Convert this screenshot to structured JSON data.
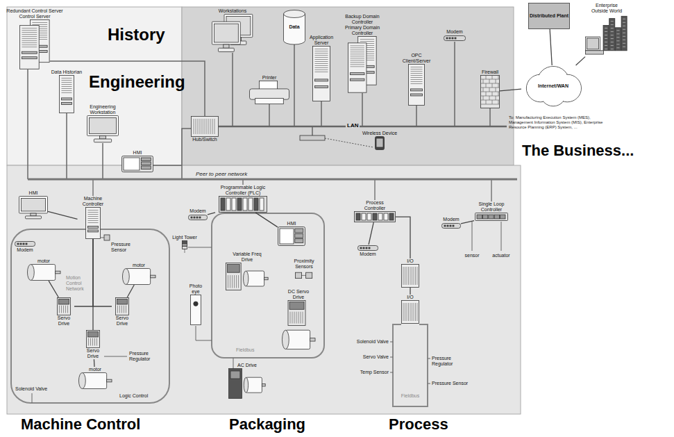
{
  "diagram": {
    "nodes": [
      {
        "text": [
          "Redundant Control Server",
          "Control Server"
        ]
      },
      {
        "text": [
          "Data Historian"
        ]
      },
      {
        "text": [
          "Engineering Workstation"
        ]
      },
      {
        "text": [
          "HMI"
        ]
      },
      {
        "text": [
          "Hub/Switch"
        ]
      },
      {
        "text": [
          "Workstations"
        ]
      },
      {
        "text": [
          "Printer"
        ]
      },
      {
        "text": [
          "Data"
        ]
      },
      {
        "text": [
          "Application Server"
        ]
      },
      {
        "text": [
          "Backup Domain Controller",
          "Primary Domain Controller"
        ]
      },
      {
        "text": [
          "OPC Client/Server"
        ]
      },
      {
        "text": [
          "Modem"
        ]
      },
      {
        "text": [
          "Firewall"
        ]
      },
      {
        "text": [
          "Distributed Plant"
        ]
      },
      {
        "text": [
          "Enterprise Outside World"
        ]
      },
      {
        "text": [
          "Internet/WAN"
        ]
      },
      {
        "text": [
          "Wireless Device"
        ]
      },
      {
        "text": [
          "HMI"
        ]
      },
      {
        "text": [
          "Modem"
        ]
      },
      {
        "text": [
          "Machine Controller"
        ]
      },
      {
        "text": [
          "motor"
        ]
      },
      {
        "text": [
          "motor"
        ]
      },
      {
        "text": [
          "Servo Drive"
        ]
      },
      {
        "text": [
          "Servo Drive"
        ]
      },
      {
        "text": [
          "Servo Drive"
        ]
      },
      {
        "text": [
          "motor"
        ]
      },
      {
        "text": [
          "Programmable Logic Controller (PLC)"
        ]
      },
      {
        "text": [
          "Modem"
        ]
      },
      {
        "text": [
          "HMI"
        ]
      },
      {
        "text": [
          "Light Tower"
        ]
      },
      {
        "text": [
          "Variable Freq Drive"
        ]
      },
      {
        "text": [
          "Proximity Sensors"
        ]
      },
      {
        "text": [
          "Photo eye"
        ]
      },
      {
        "text": [
          "DC Servo Drive"
        ]
      },
      {
        "text": [
          "AC Drive"
        ]
      },
      {
        "text": [
          "Process Controller"
        ]
      },
      {
        "text": [
          "Modem"
        ]
      },
      {
        "text": [
          "I/O"
        ]
      },
      {
        "text": [
          "I/O"
        ]
      },
      {
        "text": [
          "Single Loop Controller"
        ]
      },
      {
        "text": [
          "Modem"
        ]
      }
    ],
    "edges": [
      {
        "from": 12,
        "to": 15,
        "arrow": "none"
      },
      {
        "from": 15,
        "to": 13,
        "arrow": "none"
      },
      {
        "from": 15,
        "to": 14,
        "arrow": "none"
      },
      {
        "from": 19,
        "to": 22,
        "arrow": "none"
      },
      {
        "from": 19,
        "to": 23,
        "arrow": "none"
      },
      {
        "from": 19,
        "to": 24,
        "arrow": "none"
      },
      {
        "from": 22,
        "to": 20,
        "arrow": "none"
      },
      {
        "from": 23,
        "to": 21,
        "arrow": "none"
      },
      {
        "from": 24,
        "to": 25,
        "arrow": "none"
      },
      {
        "from": 19,
        "to": 17,
        "arrow": "none"
      },
      {
        "from": 26,
        "to": 27,
        "arrow": "none"
      },
      {
        "from": 26,
        "to": 28,
        "arrow": "none"
      },
      {
        "from": 35,
        "to": 36,
        "arrow": "none"
      },
      {
        "from": 35,
        "to": 37,
        "arrow": "none"
      },
      {
        "from": 37,
        "to": 38,
        "arrow": "none"
      },
      {
        "from": 39,
        "to": 40,
        "arrow": "none"
      }
    ],
    "labels": [
      "History",
      "Engineering",
      "The Business...",
      "LAN",
      "To: Manufacturing Execution System (MES), Management Information System (MIS), Enterprise Resource Planning (ERP) System, ...",
      "Peer to peer network",
      "Pressure Sensor",
      "Motion Control Network",
      "Pressure Regulator",
      "Solenoid Valve",
      "Logic Control",
      "Fieldbus",
      "Solenoid Valve",
      "Servo Valve",
      "Temp Sensor",
      "Pressure Regulator",
      "Pressure Sensor",
      "Fieldbus",
      "sensor",
      "actuator",
      "Machine Control",
      "Packaging",
      "Process"
    ]
  }
}
